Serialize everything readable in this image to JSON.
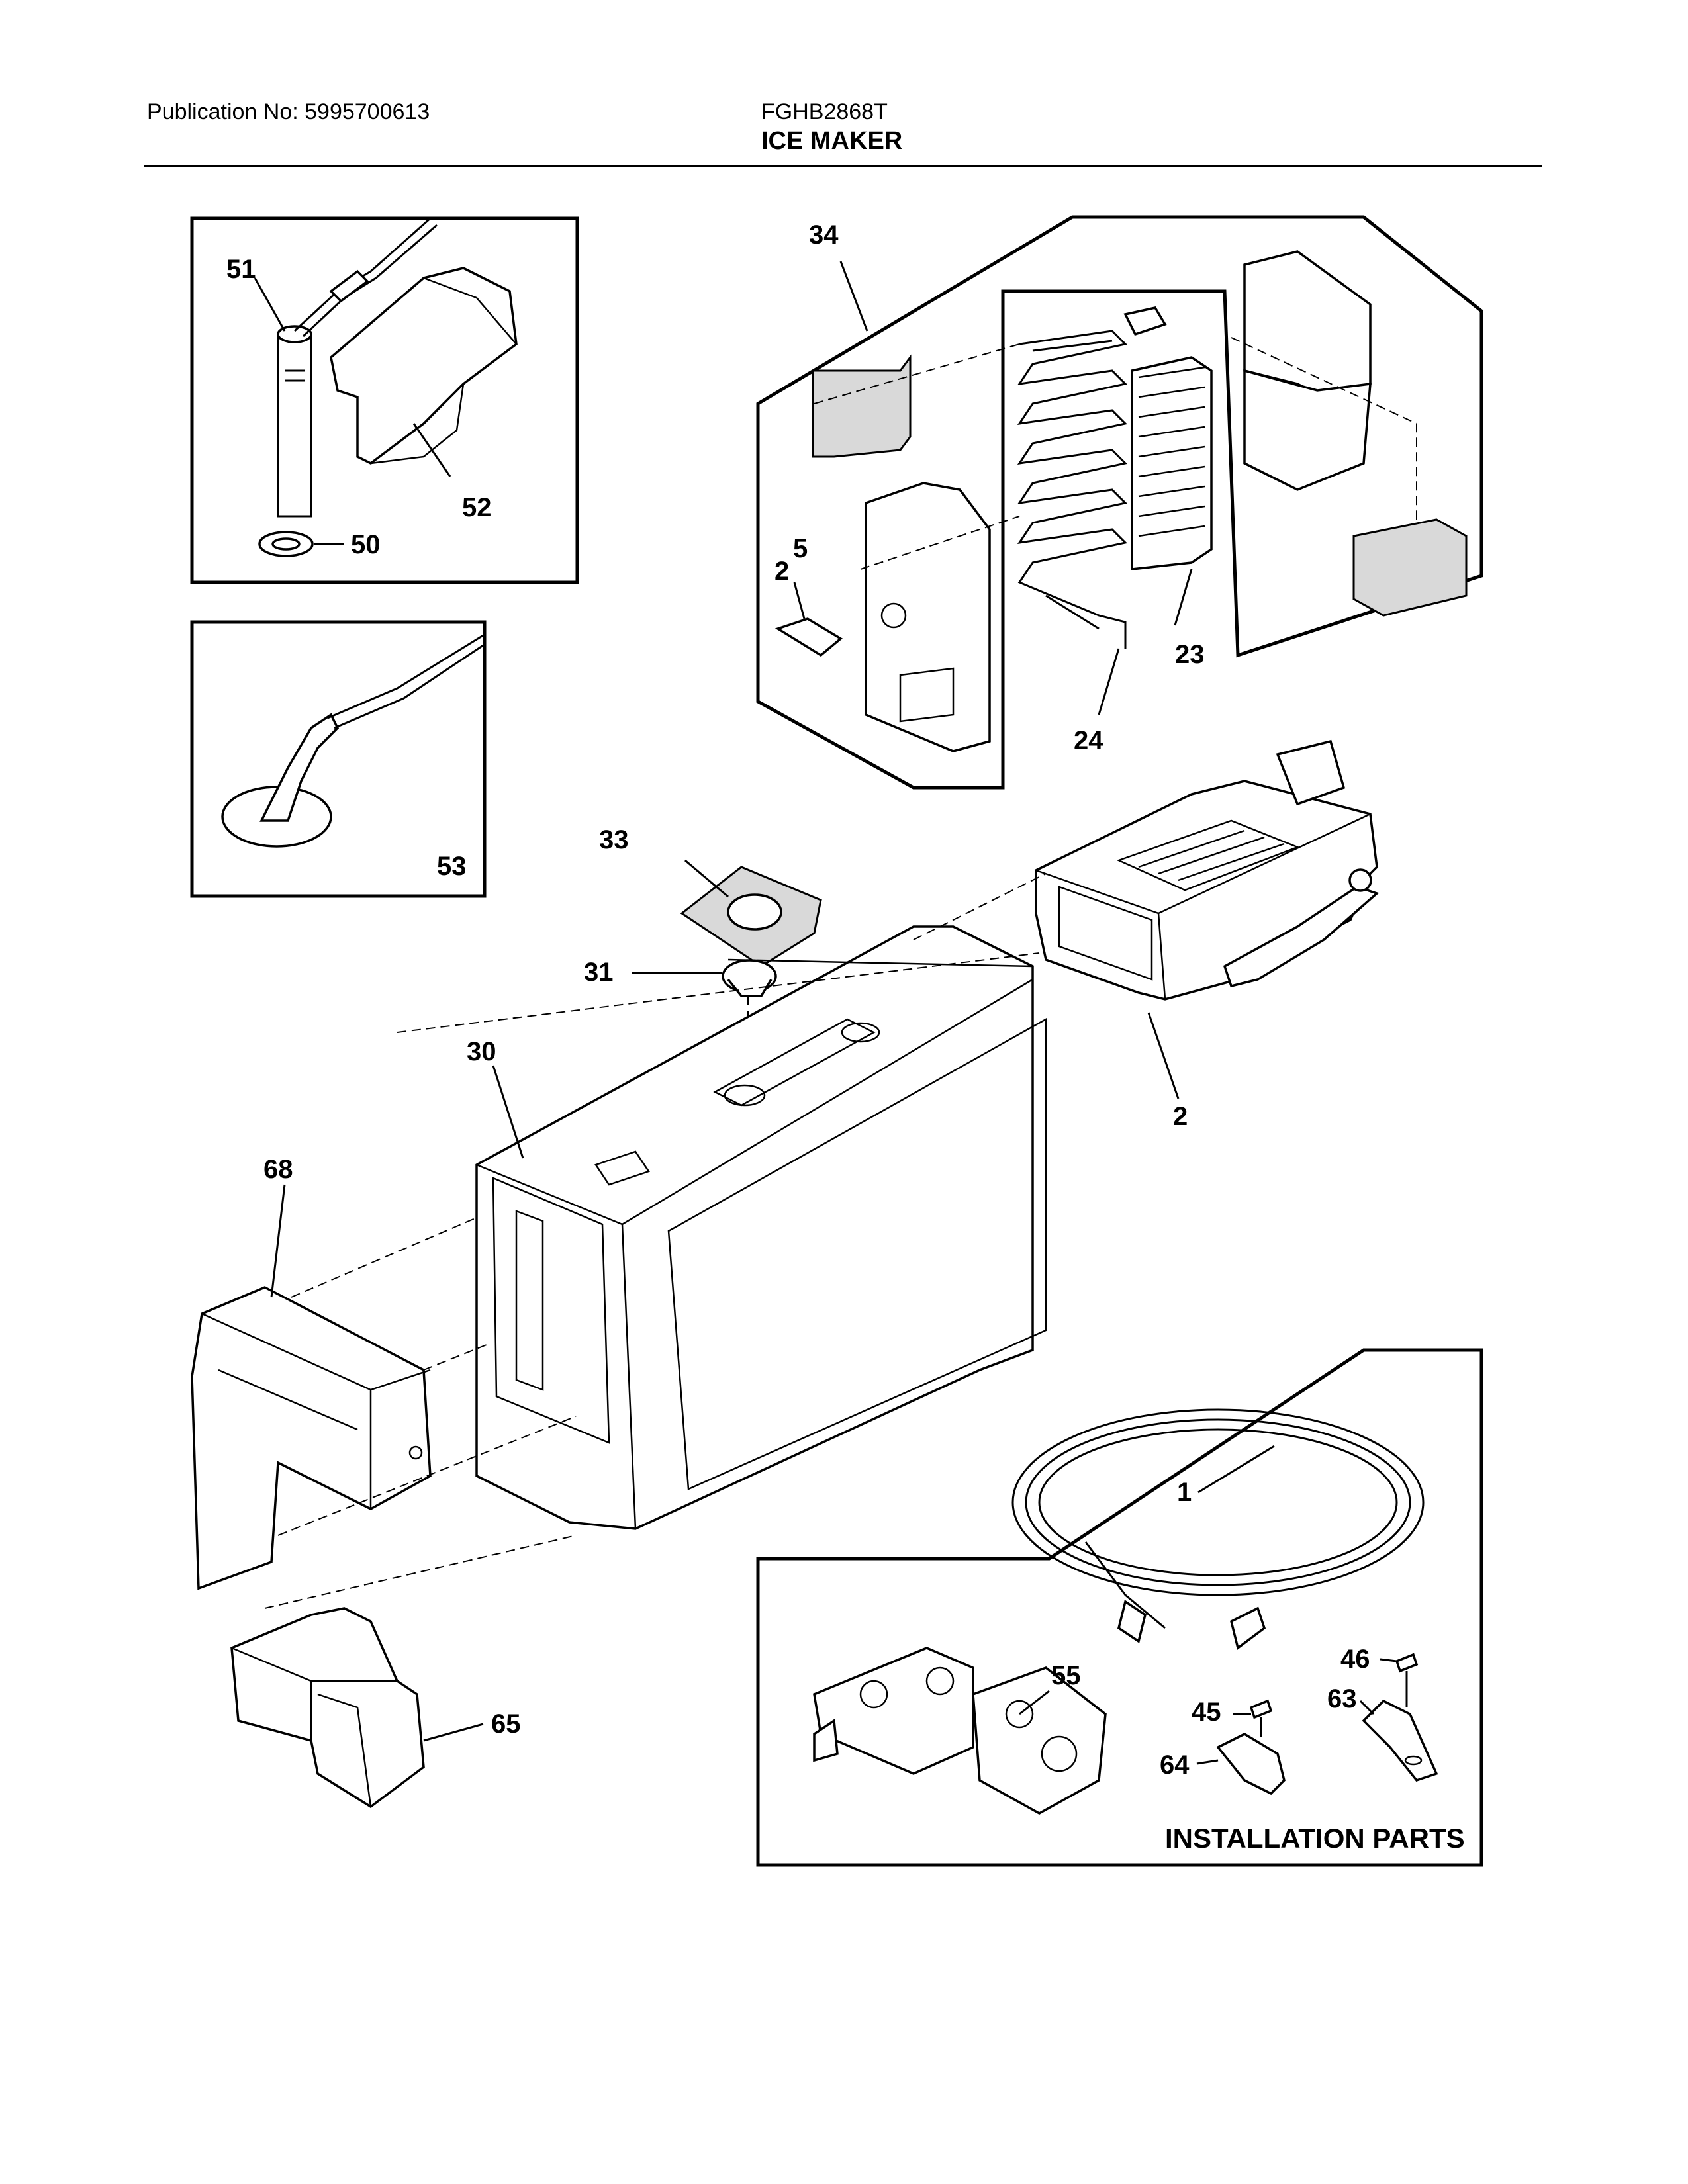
{
  "header": {
    "publication": "Publication No: 5995700613",
    "model": "FGHB2868T",
    "title": "ICE MAKER"
  },
  "parts": {
    "p1": "1",
    "p2a": "2",
    "p2b": "2",
    "p5": "5",
    "p23": "23",
    "p24": "24",
    "p30": "30",
    "p31": "31",
    "p33": "33",
    "p34": "34",
    "p45": "45",
    "p46": "46",
    "p50": "50",
    "p51": "51",
    "p52": "52",
    "p53": "53",
    "p55": "55",
    "p63": "63",
    "p64": "64",
    "p65": "65",
    "p68": "68"
  },
  "installation_label": "INSTALLATION PARTS"
}
